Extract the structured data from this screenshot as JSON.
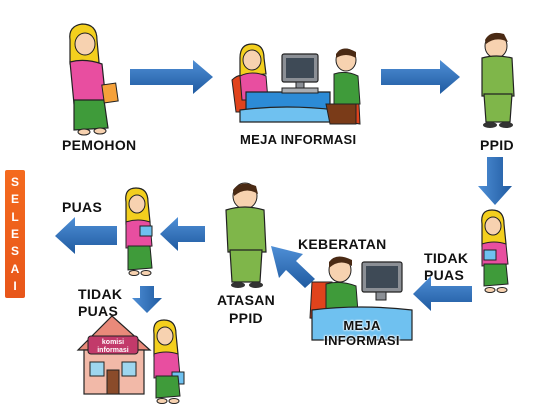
{
  "labels": {
    "pemohon": "PEMOHON",
    "meja_informasi_top": "MEJA INFORMASI",
    "ppid": "PPID",
    "tidak_puas_right_1": "TIDAK",
    "tidak_puas_right_2": "PUAS",
    "keberatan": "KEBERATAN",
    "meja_informasi_bottom_1": "MEJA",
    "meja_informasi_bottom_2": "INFORMASI",
    "atasan_ppid_1": "ATASAN",
    "atasan_ppid_2": "PPID",
    "puas": "PUAS",
    "tidak_puas_left_1": "TIDAK",
    "tidak_puas_left_2": "PUAS",
    "sign_1": "komisi",
    "sign_2": "informasi"
  },
  "selesai_letters": [
    "S",
    "E",
    "L",
    "E",
    "S",
    "A",
    "I"
  ],
  "colors": {
    "arrow": "#2f6db5",
    "arrow_dark": "#1d4f8f",
    "selesai": "#f0601c",
    "hijab": "#f3cf1e",
    "shirt_pink": "#e84ea0",
    "skirt_green": "#3f9b3a",
    "uniform_green": "#7fb64a"
  }
}
